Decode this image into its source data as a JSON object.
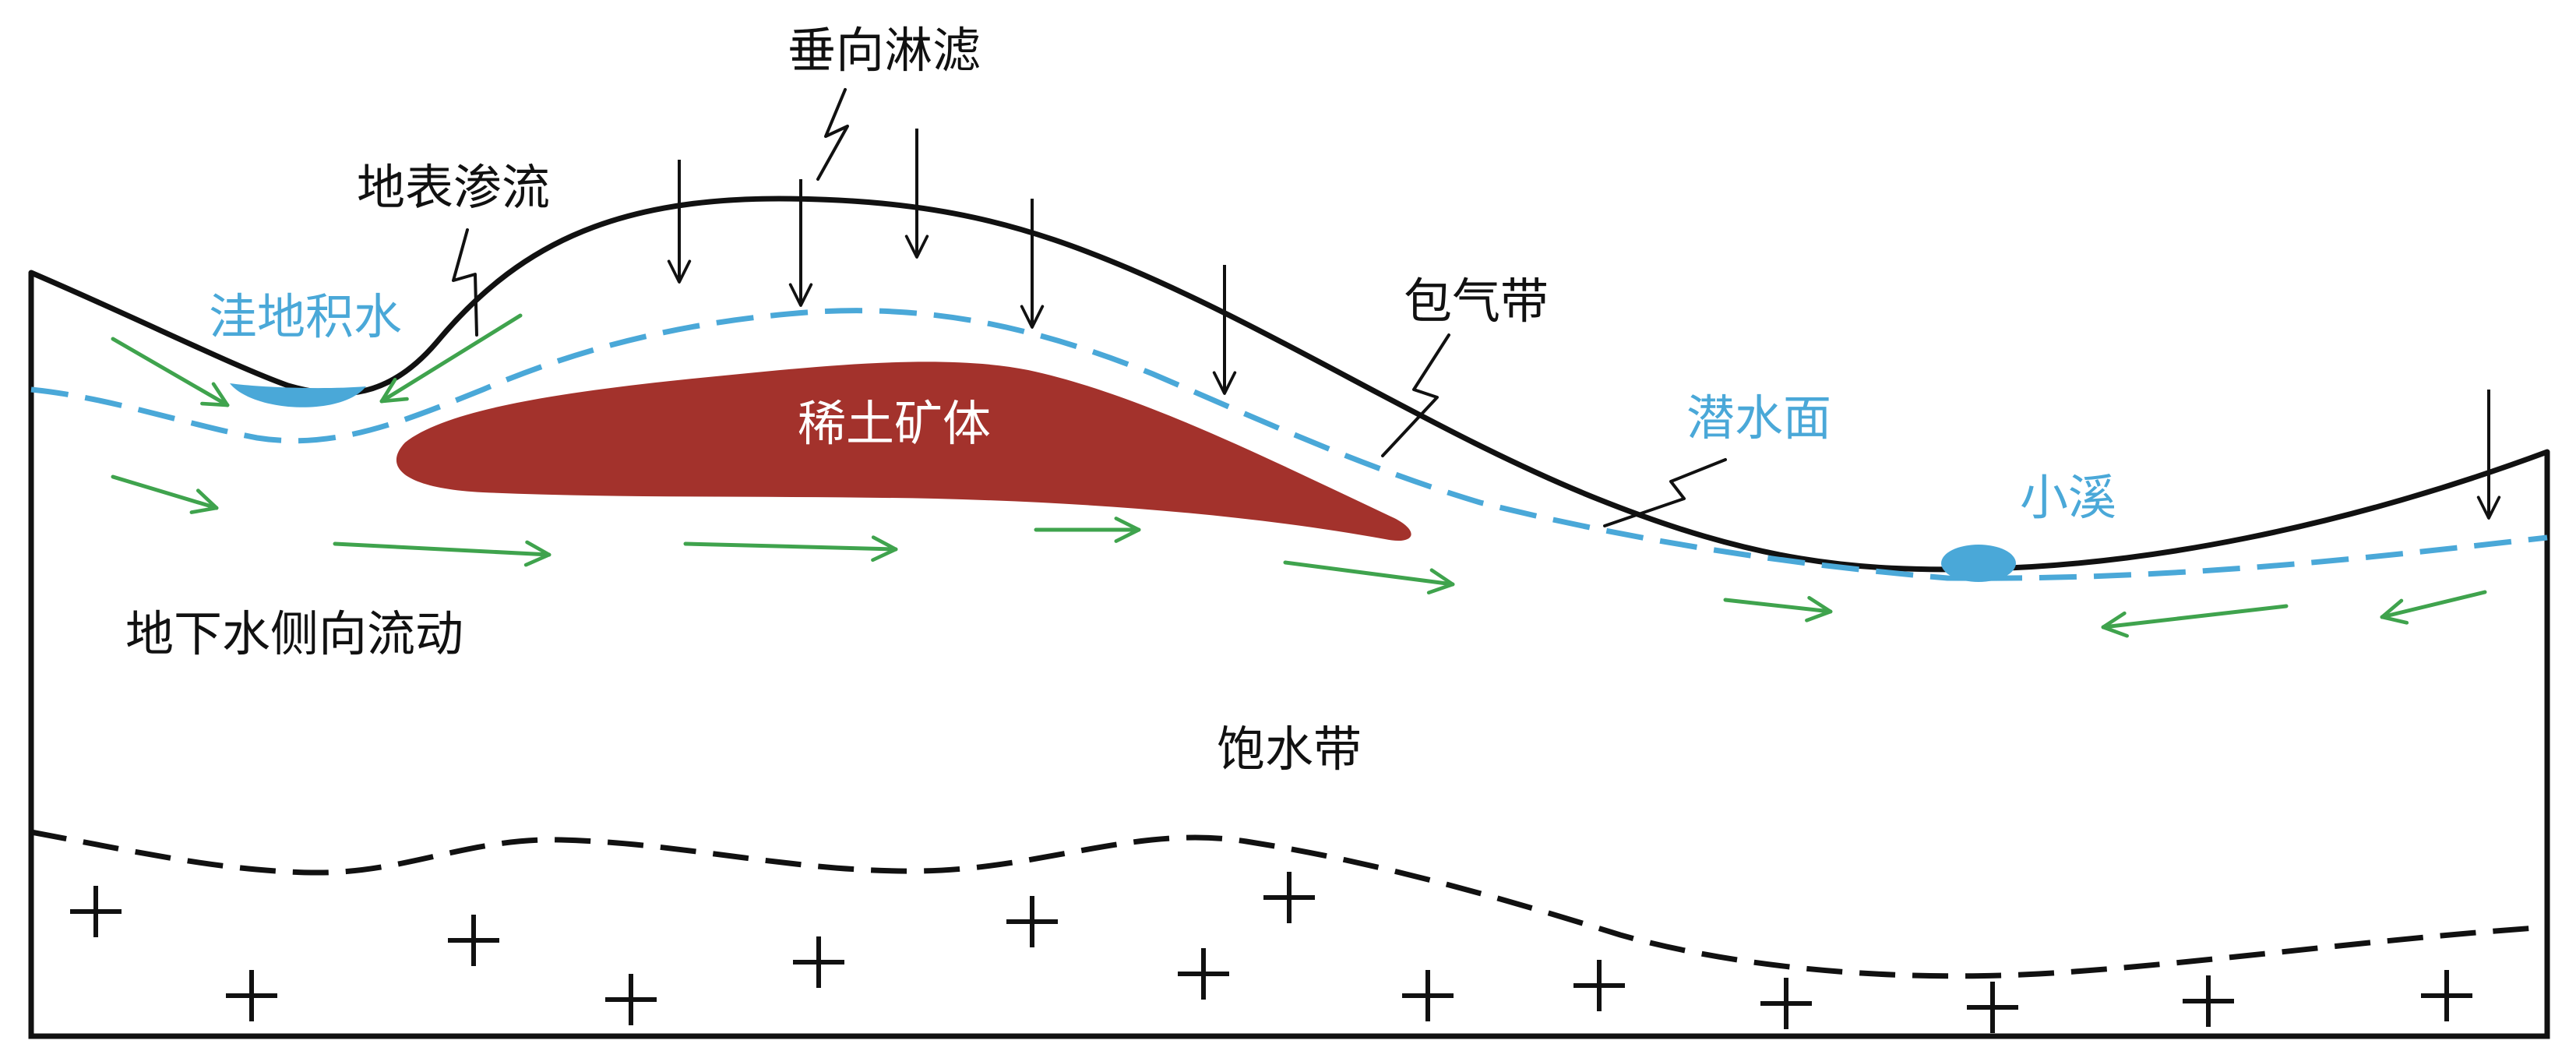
{
  "labels": {
    "vertical_leaching": "垂向淋滤",
    "surface_seepage": "地表渗流",
    "depression_water": "洼地积水",
    "vadose_zone": "包气带",
    "ore_body": "稀土矿体",
    "water_table": "潜水面",
    "creek": "小溪",
    "lateral_flow": "地下水侧向流动",
    "saturated_zone": "饱水带"
  },
  "colors": {
    "outline": "#111111",
    "water": "#4aa8d8",
    "flow_arrow": "#3fa34d",
    "ore": "#a3322c",
    "background": "#ffffff"
  },
  "icons": {
    "bedrock": "plus-sign",
    "infiltration": "down-arrow",
    "groundwater_flow": "right-arrow"
  }
}
